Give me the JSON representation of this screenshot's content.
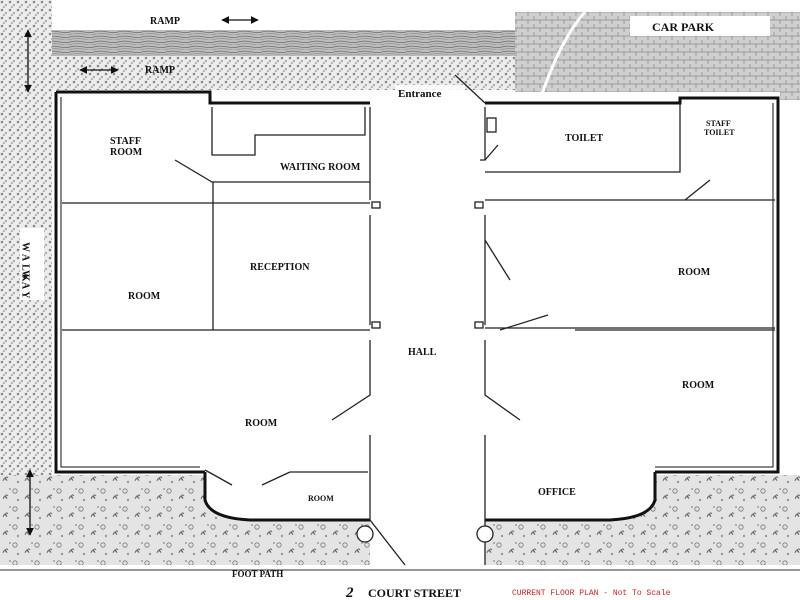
{
  "labels": {
    "ramp_top": "RAMP",
    "ramp_mid": "RAMP",
    "car_park": "CAR PARK",
    "entrance": "Entrance",
    "staff_room_1": "STAFF",
    "staff_room_2": "ROOM",
    "waiting_room": "WAITING ROOM",
    "toilet": "TOILET",
    "staff_toilet_1": "STAFF",
    "staff_toilet_2": "TOILET",
    "walk_way_1": "WALK",
    "walk_way_2": "WAY",
    "reception": "RECEPTION",
    "room_left_upper": "ROOM",
    "room_right_upper": "ROOM",
    "hall": "HALL",
    "room_right_lower": "ROOM",
    "room_left_lower": "ROOM",
    "room_small": "ROOM",
    "office": "OFFICE",
    "foot_path": "FOOT PATH",
    "street_number": "2",
    "street": "COURT STREET",
    "plan_note": "CURRENT FLOOR PLAN - Not To Scale"
  },
  "colors": {
    "ink": "#111111",
    "ground": "#d9d9d9",
    "note": "#cc1f1f"
  }
}
